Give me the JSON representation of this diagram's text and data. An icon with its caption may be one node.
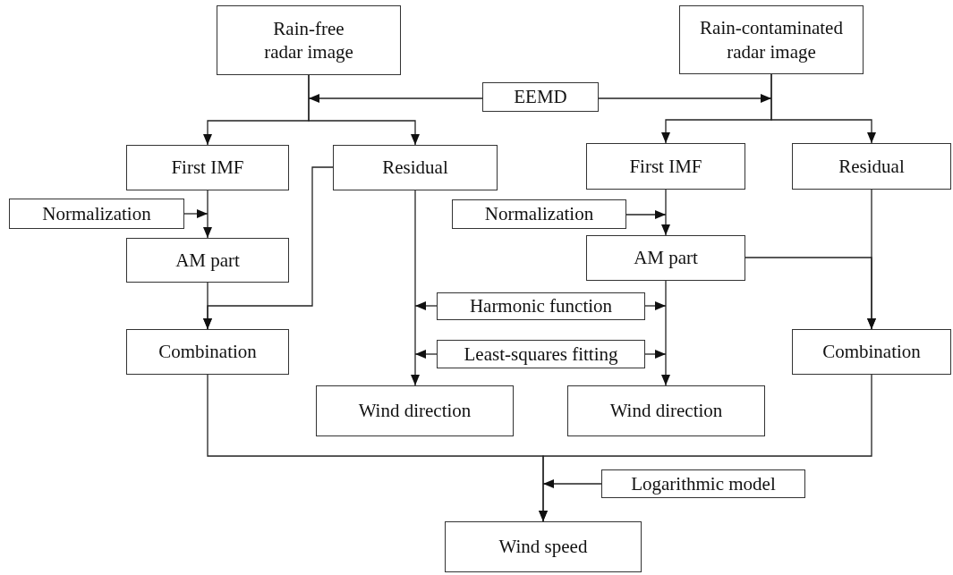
{
  "diagram": {
    "nodes": [
      {
        "text": [
          "Rain-free radar image"
        ]
      },
      {
        "text": [
          "Rain-contaminated radar image"
        ]
      },
      {
        "text": [
          "EEMD"
        ]
      },
      {
        "text": [
          "First IMF"
        ]
      },
      {
        "text": [
          "Residual"
        ]
      },
      {
        "text": [
          "First IMF"
        ]
      },
      {
        "text": [
          "Residual"
        ]
      },
      {
        "text": [
          "Normalization"
        ]
      },
      {
        "text": [
          "Normalization"
        ]
      },
      {
        "text": [
          "AM part"
        ]
      },
      {
        "text": [
          "AM part"
        ]
      },
      {
        "text": [
          "Harmonic function"
        ]
      },
      {
        "text": [
          "Combination"
        ]
      },
      {
        "text": [
          "Combination"
        ]
      },
      {
        "text": [
          "Least-squares fitting"
        ]
      },
      {
        "text": [
          "Wind direction"
        ]
      },
      {
        "text": [
          "Wind direction"
        ]
      },
      {
        "text": [
          "Logarithmic model"
        ]
      },
      {
        "text": [
          "Wind speed"
        ]
      }
    ],
    "edges": [
      {
        "from": 0,
        "to": 3,
        "arrow": "to"
      },
      {
        "from": 0,
        "to": 4,
        "arrow": "to"
      },
      {
        "from": 1,
        "to": 5,
        "arrow": "to"
      },
      {
        "from": 1,
        "to": 6,
        "arrow": "to"
      },
      {
        "from": 2,
        "to": 0,
        "arrow": "to"
      },
      {
        "from": 2,
        "to": 1,
        "arrow": "to"
      },
      {
        "from": 3,
        "to": 9,
        "arrow": "to"
      },
      {
        "from": 7,
        "to": 9,
        "arrow": "to"
      },
      {
        "from": 8,
        "to": 10,
        "arrow": "to"
      },
      {
        "from": 5,
        "to": 10,
        "arrow": "to"
      },
      {
        "from": 9,
        "to": 12,
        "arrow": "to"
      },
      {
        "from": 4,
        "to": 12,
        "arrow": "to"
      },
      {
        "from": 4,
        "to": 15,
        "arrow": "to"
      },
      {
        "from": 6,
        "to": 13,
        "arrow": "to"
      },
      {
        "from": 10,
        "to": 13,
        "arrow": "to"
      },
      {
        "from": 10,
        "to": 16,
        "arrow": "to"
      },
      {
        "from": 11,
        "to": null,
        "arrow": "to"
      },
      {
        "from": 11,
        "to": null,
        "arrow": "to"
      },
      {
        "from": 14,
        "to": null,
        "arrow": "to"
      },
      {
        "from": 14,
        "to": null,
        "arrow": "to"
      },
      {
        "from": 12,
        "to": 18,
        "arrow": "to"
      },
      {
        "from": 13,
        "to": 18,
        "arrow": "to"
      },
      {
        "from": 17,
        "to": null,
        "arrow": "to"
      }
    ]
  }
}
